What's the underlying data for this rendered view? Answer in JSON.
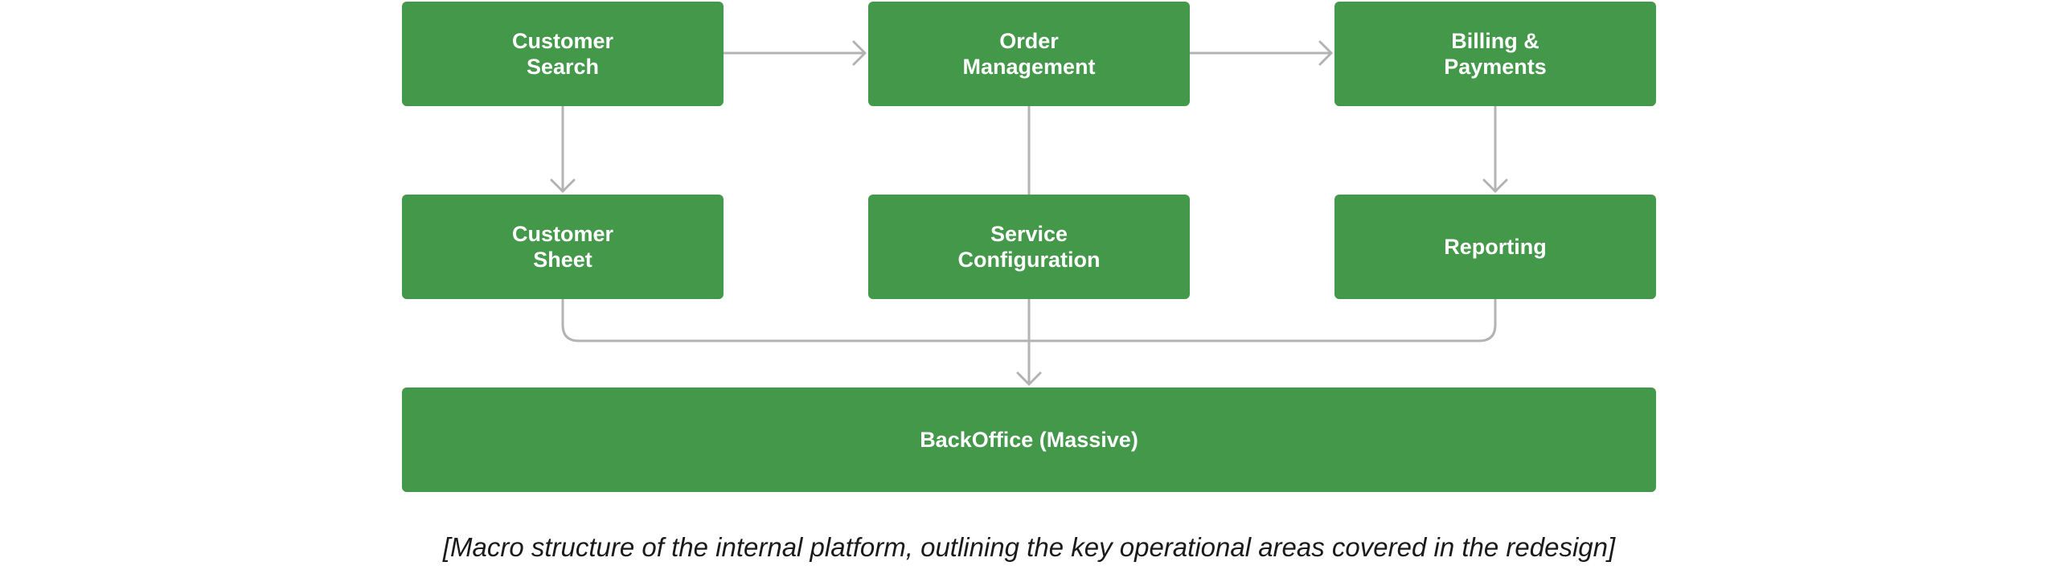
{
  "diagram": {
    "nodes": {
      "customer_search": "Customer\nSearch",
      "order_management": "Order\nManagement",
      "billing_payments": "Billing &\nPayments",
      "customer_sheet": "Customer\nSheet",
      "service_configuration": "Service\nConfiguration",
      "reporting": "Reporting",
      "backoffice": "BackOffice (Massive)"
    },
    "edges": [
      {
        "from": "customer_search",
        "to": "order_management",
        "arrow": true
      },
      {
        "from": "order_management",
        "to": "billing_payments",
        "arrow": true
      },
      {
        "from": "customer_search",
        "to": "customer_sheet",
        "arrow": true
      },
      {
        "from": "order_management",
        "to": "service_configuration",
        "arrow": false
      },
      {
        "from": "billing_payments",
        "to": "reporting",
        "arrow": true
      },
      {
        "from": "customer_sheet",
        "to": "backoffice",
        "arrow": true
      },
      {
        "from": "service_configuration",
        "to": "backoffice",
        "arrow": true
      },
      {
        "from": "reporting",
        "to": "backoffice",
        "arrow": true
      }
    ]
  },
  "caption": "[Macro structure of the internal platform, outlining the key operational areas covered in the redesign]",
  "colors": {
    "node_fill": "#43984a",
    "node_text": "#ffffff",
    "connector": "#b3b3b3",
    "caption_text": "#1a1a1a",
    "background": "#ffffff"
  }
}
